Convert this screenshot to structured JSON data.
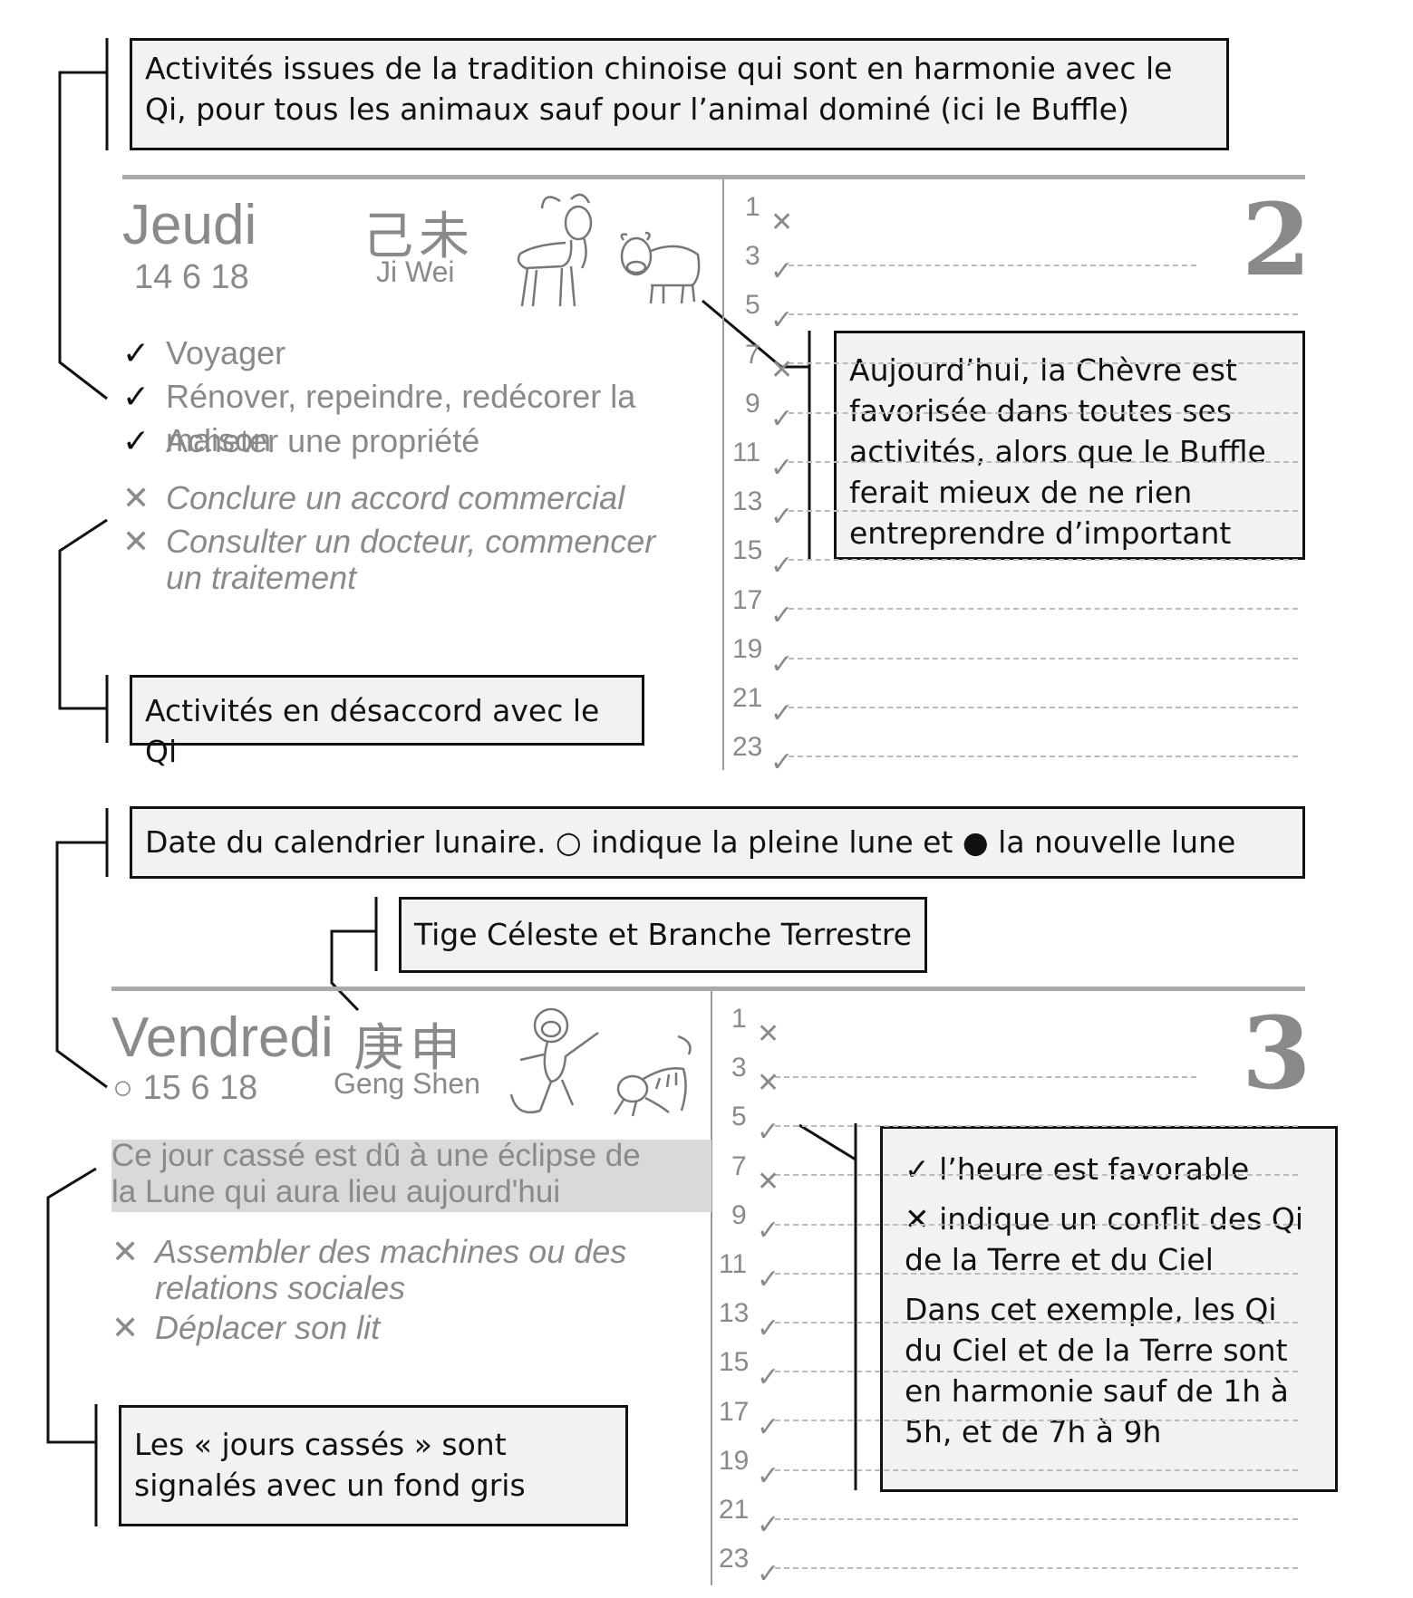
{
  "callouts": {
    "harmony": "Activités issues de la tradition chinoise qui sont en harmonie avec le Qi, pour tous les animaux sauf pour l’animal dominé (ici le Buffle)",
    "goat": "Aujourd’hui, la Chèvre est favorisée dans toutes ses activités, alors que le Buffle ferait mieux de ne rien entreprendre d’important",
    "discord": "Activités en désaccord avec le Qi",
    "lunar_date": "Date du calendrier lunaire. ○ indique la pleine lune et ● la nouvelle lune",
    "stem_branch": "Tige Céleste et Branche Terrestre",
    "hours_favorable": "✓ l’heure est favorable",
    "hours_conflict": "✕ indique un conflit des Qi de la Terre et du Ciel",
    "hours_example": "Dans cet exemple, les Qi du Ciel et de la Terre sont en harmonie sauf de 1h à 5h, et de 7h à 9h",
    "broken_days": "Les «  jours cassés  » sont signalés avec un fond gris"
  },
  "marks": {
    "ok": "✓",
    "no": "✕"
  },
  "day1": {
    "name": "Jeudi",
    "date": "14 6 18",
    "hanzi": "己未",
    "pinyin": "Ji Wei",
    "number": "2",
    "animals": [
      "goat-icon",
      "ox-icon"
    ],
    "good": [
      "Voyager",
      "Rénover, repeindre, redécorer la maison",
      "Acheter une propriété"
    ],
    "bad": [
      "Conclure un accord commercial",
      "Consulter un docteur, commencer un traitement"
    ],
    "hours": [
      "1",
      "3",
      "5",
      "7",
      "9",
      "11",
      "13",
      "15",
      "17",
      "19",
      "21",
      "23"
    ],
    "hour_status": [
      "no",
      "ok",
      "ok",
      "no",
      "ok",
      "ok",
      "ok",
      "ok",
      "ok",
      "ok",
      "ok",
      "ok"
    ]
  },
  "day2": {
    "name": "Vendredi",
    "moon": "○",
    "date": "15 6 18",
    "hanzi": "庚申",
    "pinyin": "Geng Shen",
    "number": "3",
    "animals": [
      "monkey-icon",
      "tiger-icon"
    ],
    "broken_note": "Ce jour cassé est dû à une éclipse de la Lune qui aura lieu aujourd'hui",
    "bad": [
      "Assembler des machines ou des relations sociales",
      "Déplacer son lit"
    ],
    "hours": [
      "1",
      "3",
      "5",
      "7",
      "9",
      "11",
      "13",
      "15",
      "17",
      "19",
      "21",
      "23"
    ],
    "hour_status": [
      "no",
      "no",
      "ok",
      "no",
      "ok",
      "ok",
      "ok",
      "ok",
      "ok",
      "ok",
      "ok",
      "ok"
    ]
  }
}
